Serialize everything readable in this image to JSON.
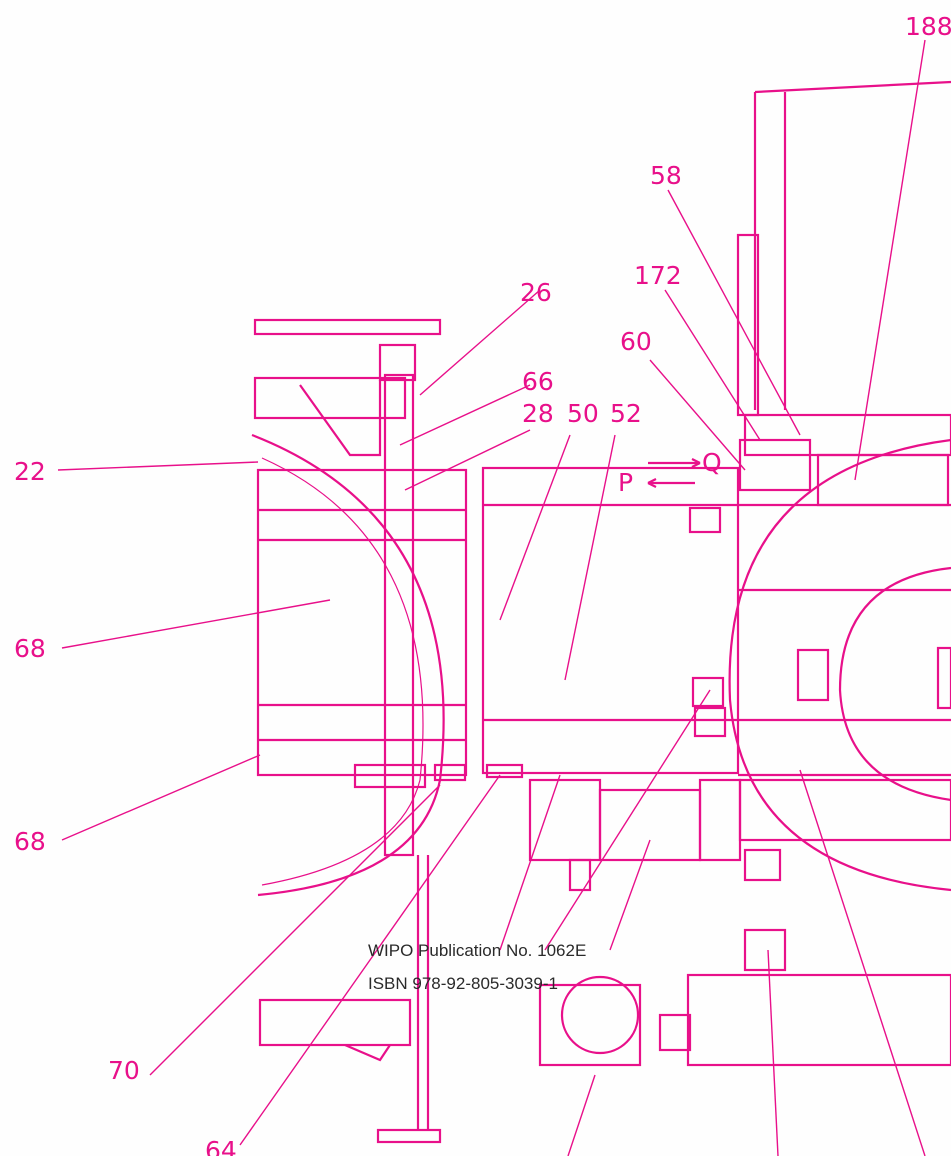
{
  "publication": {
    "line1": "WIPO Publication No. 1062E",
    "line2": "ISBN 978-92-805-3039-1"
  },
  "ink_color": "#e8108a",
  "text_color": "#2a2a2a",
  "labels": {
    "l188": "188",
    "l58": "58",
    "l172": "172",
    "l26": "26",
    "l60": "60",
    "l66": "66",
    "l28": "28",
    "l50": "50",
    "l52": "52",
    "lQ": "Q",
    "lP": "P",
    "l22": "22",
    "l68a": "68",
    "l68b": "68",
    "l70": "70",
    "l64": "64"
  }
}
